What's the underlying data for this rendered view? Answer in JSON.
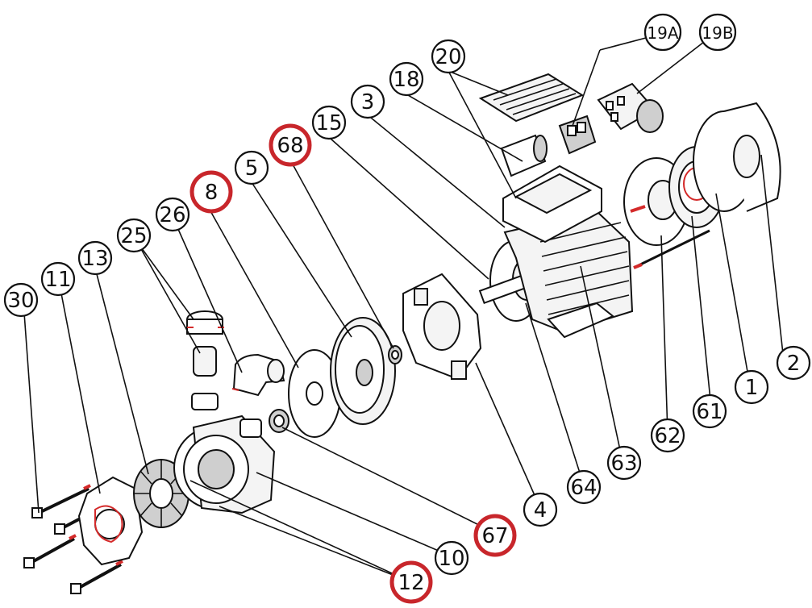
{
  "diagram": {
    "type": "exploded-parts-diagram",
    "highlight_color": "#c8262b",
    "callouts": [
      {
        "id": "c30",
        "label": "30",
        "highlighted": false
      },
      {
        "id": "c11",
        "label": "11",
        "highlighted": false
      },
      {
        "id": "c13",
        "label": "13",
        "highlighted": false
      },
      {
        "id": "c25",
        "label": "25",
        "highlighted": false
      },
      {
        "id": "c26",
        "label": "26",
        "highlighted": false
      },
      {
        "id": "c8",
        "label": "8",
        "highlighted": true
      },
      {
        "id": "c5",
        "label": "5",
        "highlighted": false
      },
      {
        "id": "c68",
        "label": "68",
        "highlighted": true
      },
      {
        "id": "c15",
        "label": "15",
        "highlighted": false
      },
      {
        "id": "c3",
        "label": "3",
        "highlighted": false
      },
      {
        "id": "c18",
        "label": "18",
        "highlighted": false
      },
      {
        "id": "c20",
        "label": "20",
        "highlighted": false
      },
      {
        "id": "c19A",
        "label": "19A",
        "highlighted": false
      },
      {
        "id": "c19B",
        "label": "19B",
        "highlighted": false
      },
      {
        "id": "c2",
        "label": "2",
        "highlighted": false
      },
      {
        "id": "c1",
        "label": "1",
        "highlighted": false
      },
      {
        "id": "c61",
        "label": "61",
        "highlighted": false
      },
      {
        "id": "c62",
        "label": "62",
        "highlighted": false
      },
      {
        "id": "c63",
        "label": "63",
        "highlighted": false
      },
      {
        "id": "c64",
        "label": "64",
        "highlighted": false
      },
      {
        "id": "c4",
        "label": "4",
        "highlighted": false
      },
      {
        "id": "c67",
        "label": "67",
        "highlighted": true
      },
      {
        "id": "c10",
        "label": "10",
        "highlighted": false
      },
      {
        "id": "c12",
        "label": "12",
        "highlighted": true
      }
    ]
  }
}
